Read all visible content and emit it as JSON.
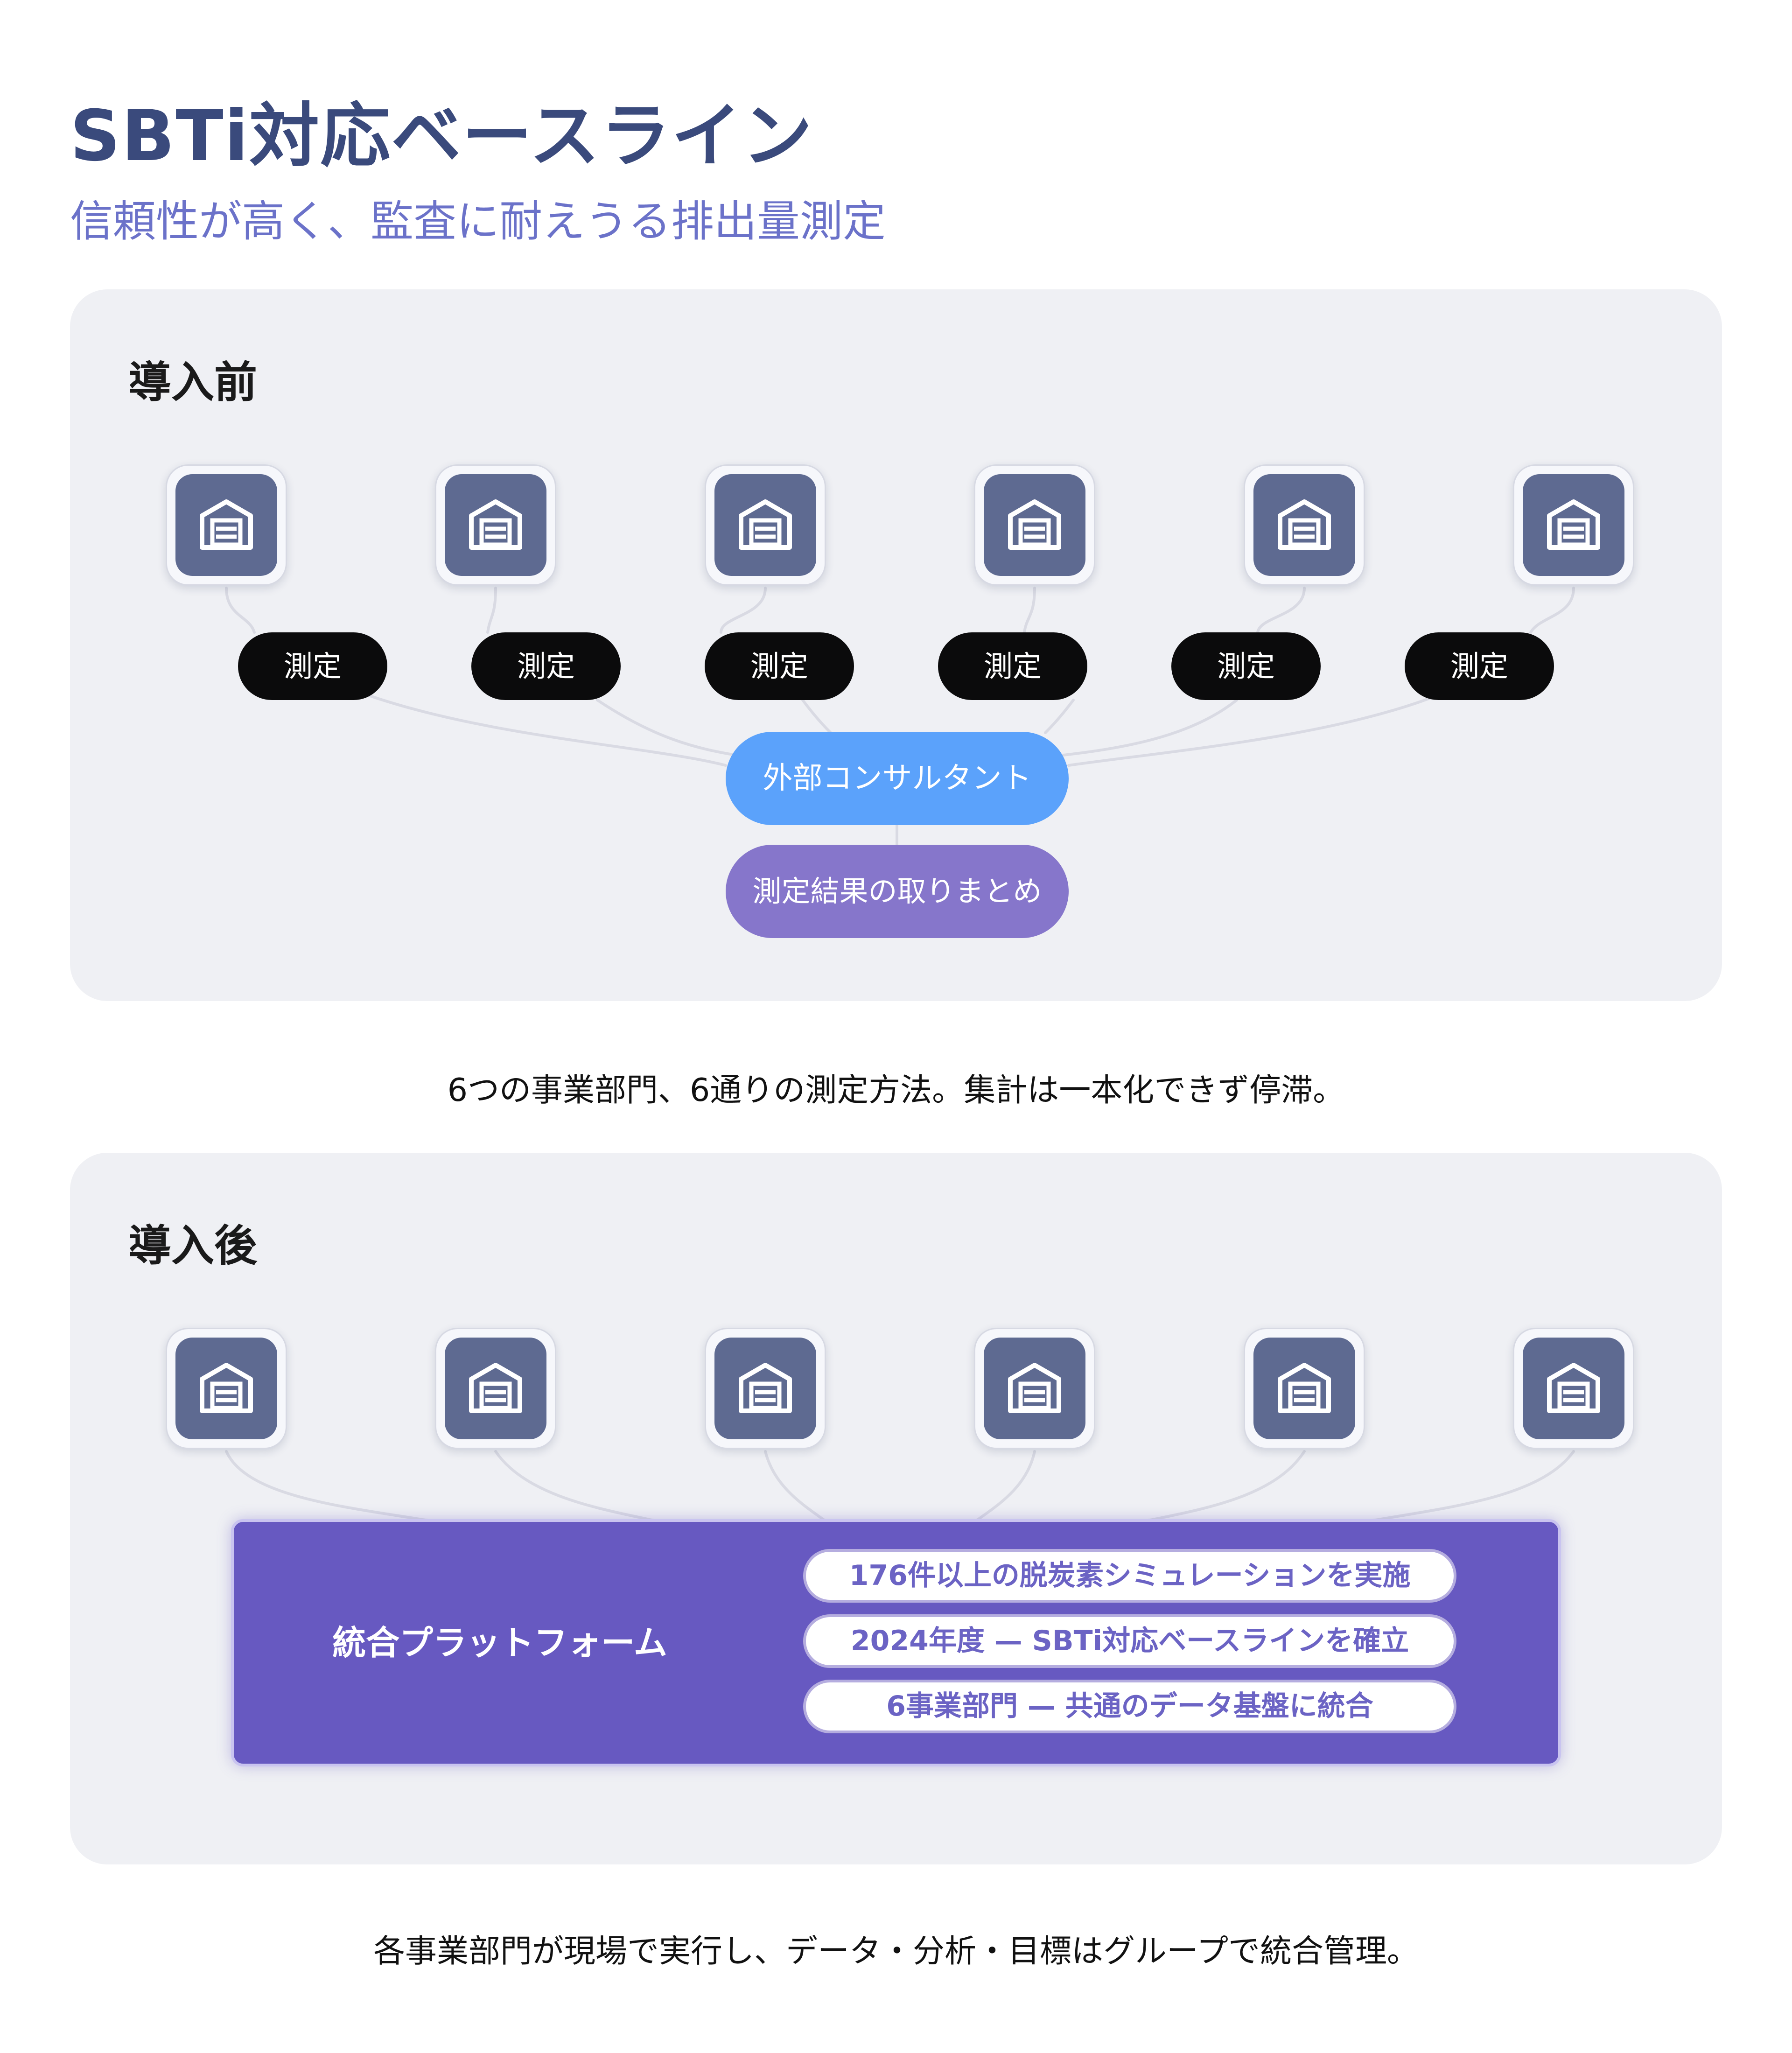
{
  "header": {
    "title": "SBTi対応ベースライン",
    "subtitle": "信頼性が高く、監査に耐えうる排出量測定"
  },
  "before": {
    "title": "導入前",
    "units": [
      {
        "icon": "warehouse-icon"
      },
      {
        "icon": "warehouse-icon"
      },
      {
        "icon": "warehouse-icon"
      },
      {
        "icon": "warehouse-icon"
      },
      {
        "icon": "warehouse-icon"
      },
      {
        "icon": "warehouse-icon"
      }
    ],
    "measure_labels": [
      "測定",
      "測定",
      "測定",
      "測定",
      "測定",
      "測定"
    ],
    "consultant_label": "外部コンサルタント",
    "summary_label": "測定結果の取りまとめ",
    "caption": "6つの事業部門、6通りの測定方法。集計は一本化できず停滞。"
  },
  "after": {
    "title": "導入後",
    "units": [
      {
        "icon": "warehouse-icon"
      },
      {
        "icon": "warehouse-icon"
      },
      {
        "icon": "warehouse-icon"
      },
      {
        "icon": "warehouse-icon"
      },
      {
        "icon": "warehouse-icon"
      },
      {
        "icon": "warehouse-icon"
      }
    ],
    "platform_label": "統合プラットフォーム",
    "platform_items": [
      "176件以上の脱炭素シミュレーションを実施",
      "2024年度 — SBTi対応ベースラインを確立",
      "6事業部門 — 共通のデータ基盤に統合"
    ],
    "caption": "各事業部門が現場で実行し、データ・分析・目標はグループで統合管理。"
  },
  "colors": {
    "title": "#3a4a7c",
    "subtitle": "#6b72c9",
    "panel_bg": "#eff0f4",
    "unit_fill": "#5e6a91",
    "measure_pill": "#0b0b0c",
    "consultant": "#5ba2fb",
    "summary": "#8676cb",
    "platform": "#6759c1",
    "platform_text": "#6b63c4",
    "connector": "#d9dae3"
  }
}
